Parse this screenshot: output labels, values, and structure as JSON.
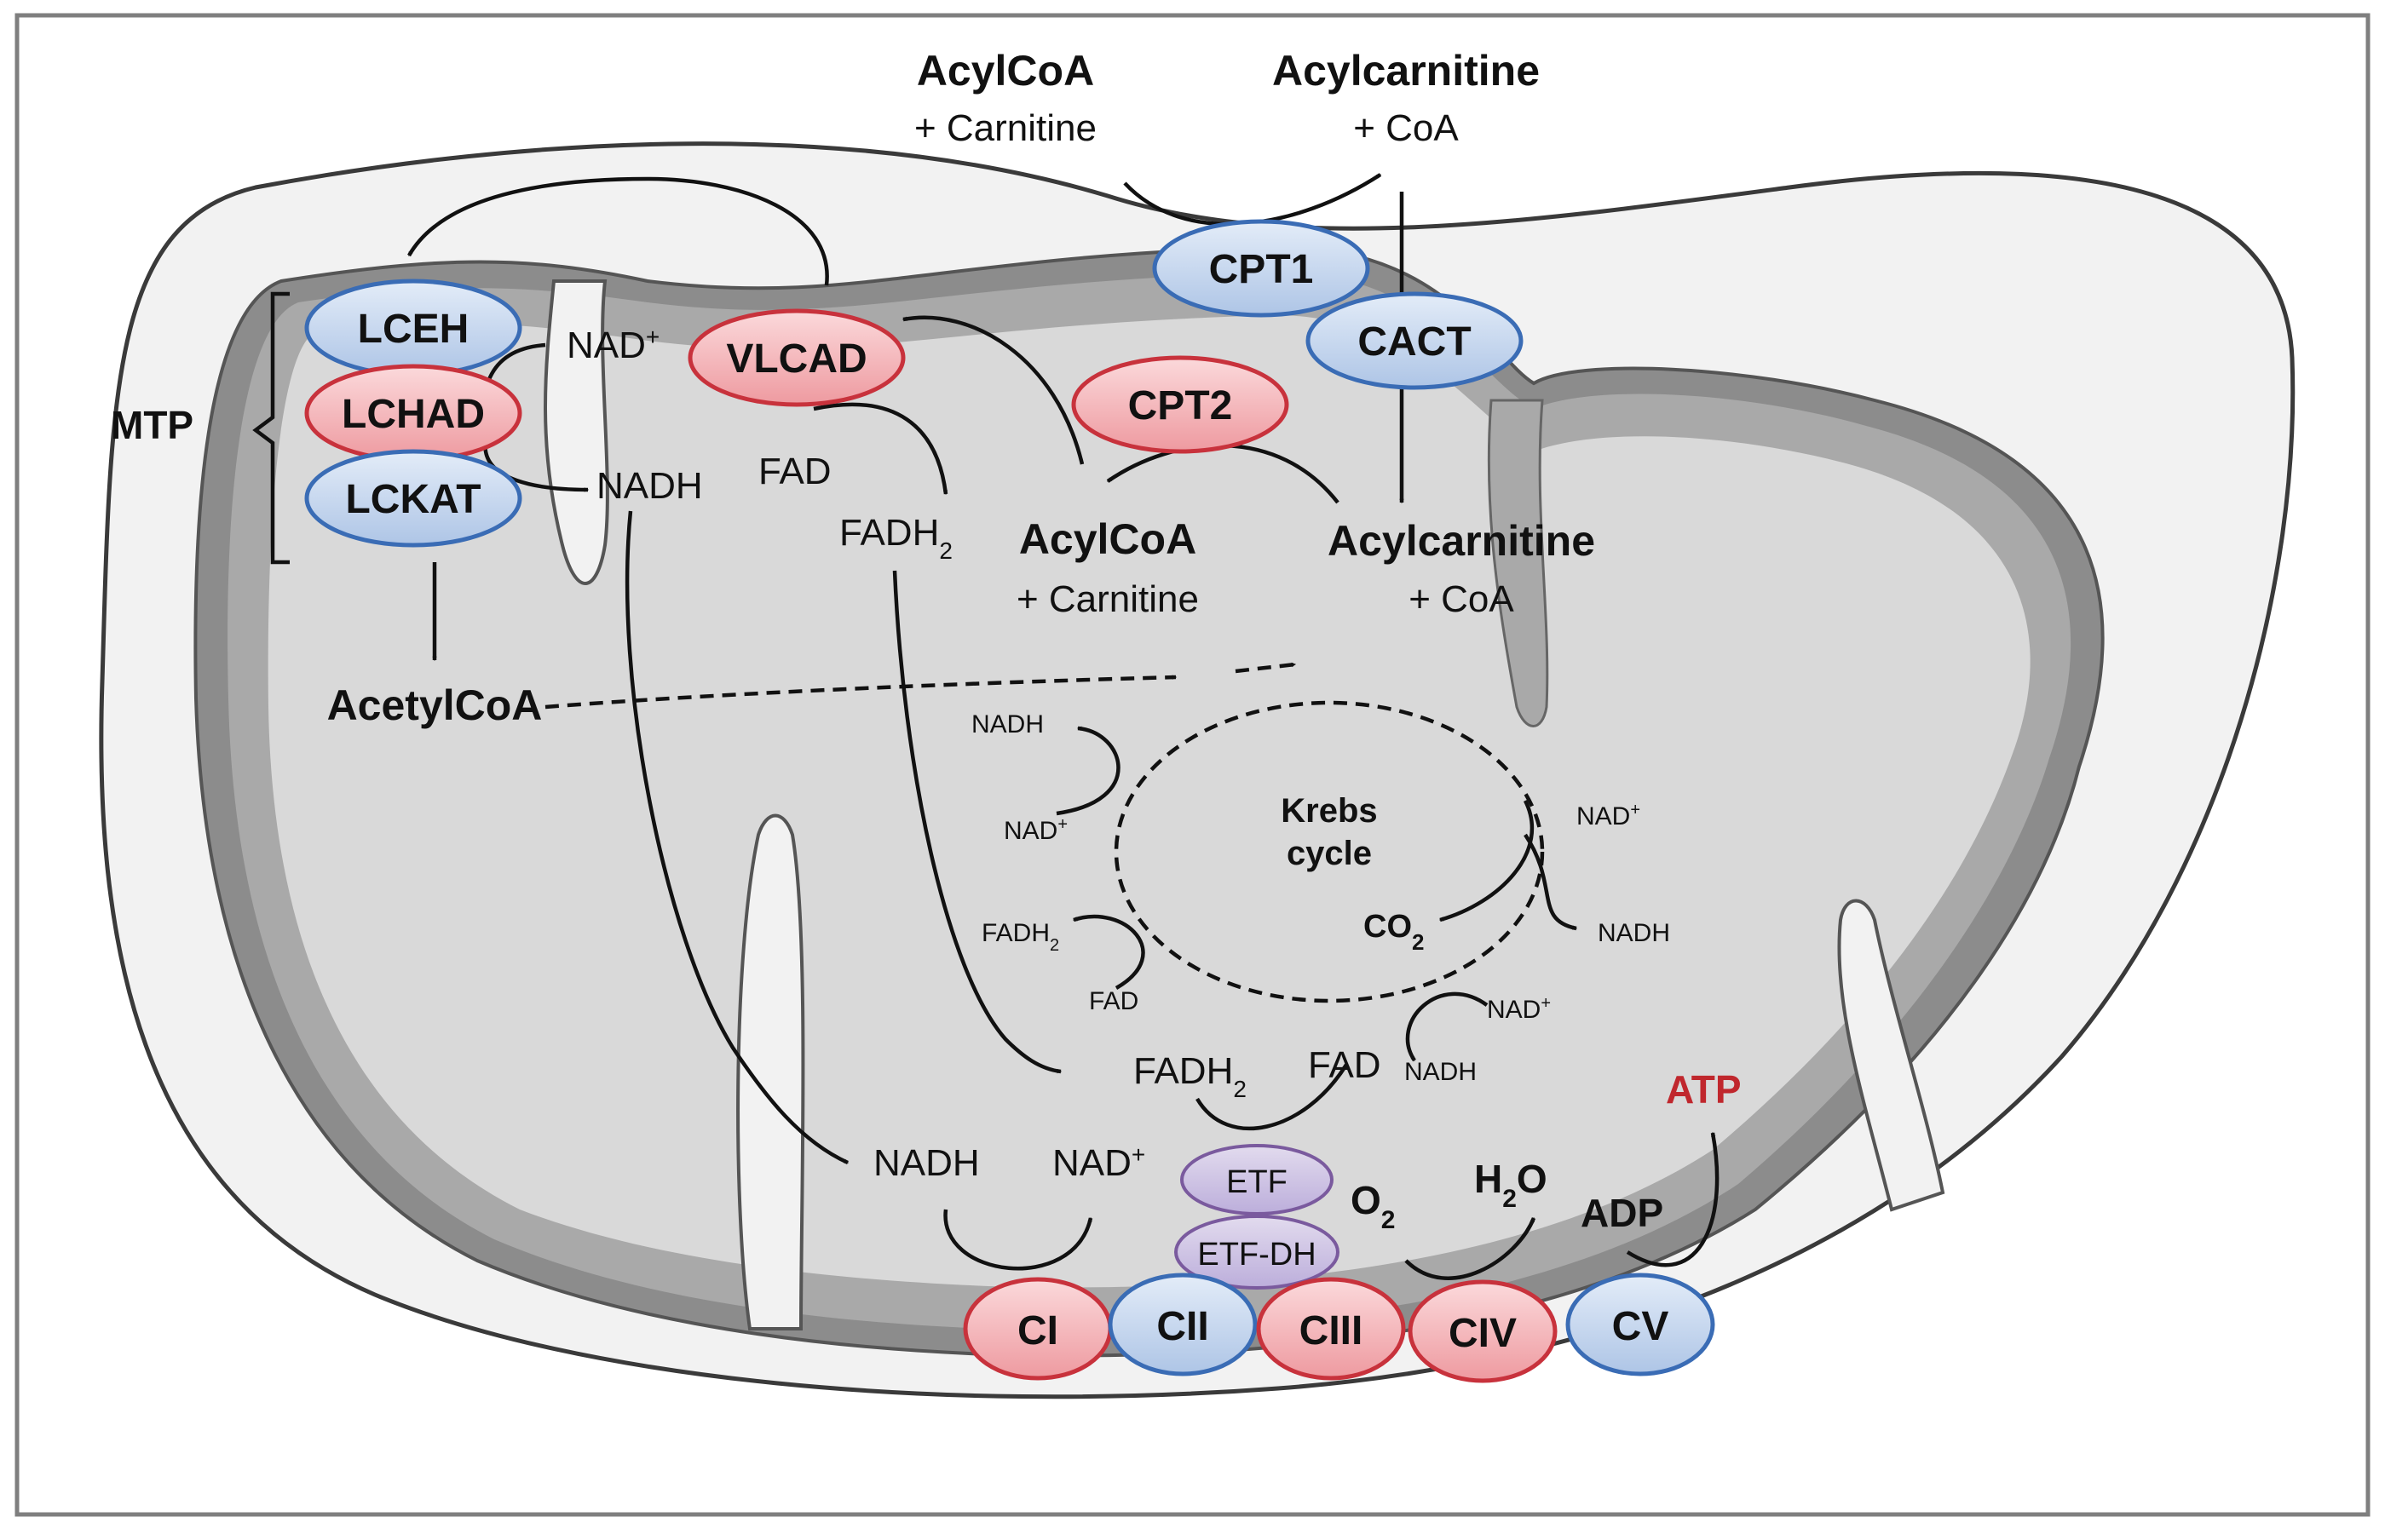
{
  "colors": {
    "enzyme_red_fill": "#f3b4b8",
    "enzyme_red_stroke": "#c8323c",
    "enzyme_blue_fill": "#c6d6ee",
    "enzyme_blue_stroke": "#3a6cb5",
    "enzyme_purple_fill": "#cdc1e0",
    "enzyme_purple_stroke": "#7a5a9e",
    "atp_red": "#c0272d",
    "intermembrane": "#f2f2f2",
    "inner_membrane_dark": "#8c8c8c",
    "inner_membrane_mid": "#a9a9a9",
    "matrix": "#d9d9d9"
  },
  "cytosol": {
    "acylcoa": "AcylCoA",
    "carnitine": "+ Carnitine",
    "acylcarnitine": "Acylcarnitine",
    "coa": "+ CoA"
  },
  "matrix": {
    "acylcoa": "AcylCoA",
    "carnitine": "+ Carnitine",
    "acylcarnitine": "Acylcarnitine",
    "coa": "+ CoA",
    "acetylcoa": "AcetylCoA",
    "krebs_line1": "Krebs",
    "krebs_line2": "cycle"
  },
  "enzymes": {
    "cpt1": "CPT1",
    "cact": "CACT",
    "cpt2": "CPT2",
    "vlcad": "VLCAD",
    "lceh": "LCEH",
    "lchad": "LCHAD",
    "lckat": "LCKAT",
    "mtp": "MTP",
    "etf": "ETF",
    "etf_dh": "ETF-DH",
    "ci": "CI",
    "cii": "CII",
    "ciii": "CIII",
    "civ": "CIV",
    "cv": "CV"
  },
  "cofactors": {
    "nad": "NAD",
    "nadh": "NADH",
    "fad": "FAD",
    "fadh": "FADH",
    "sub2": "2",
    "plus": "+",
    "co": "CO",
    "o": "O",
    "h": "H",
    "h2o_tail": "O",
    "adp": "ADP",
    "atp": "ATP"
  }
}
